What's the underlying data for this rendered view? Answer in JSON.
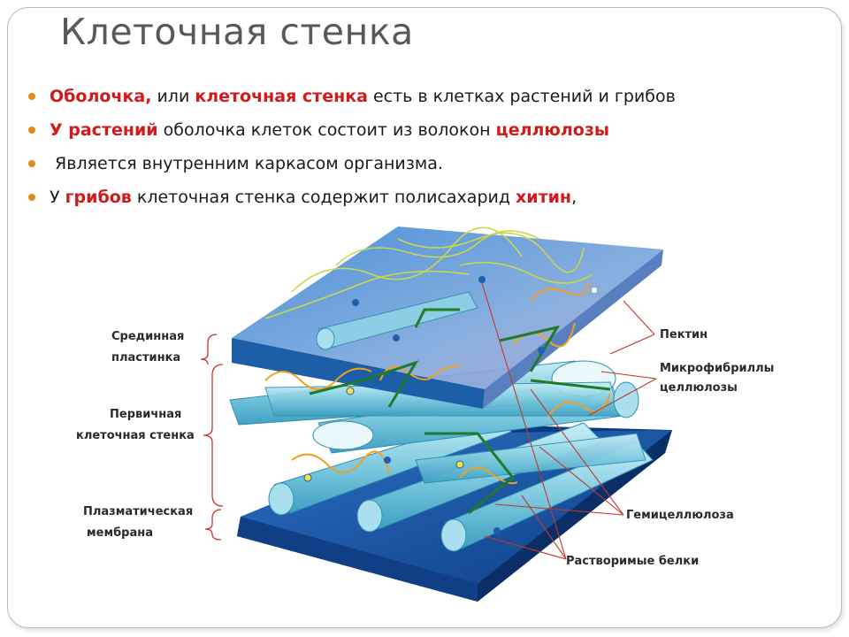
{
  "slide": {
    "title": "Клеточная стенка",
    "bullets": [
      {
        "parts": [
          {
            "text": "Оболочка,",
            "highlight": true
          },
          {
            "text": " или ",
            "highlight": false
          },
          {
            "text": "клеточная стенка",
            "highlight": true
          },
          {
            "text": " есть в клетках растений и грибов",
            "highlight": false
          }
        ]
      },
      {
        "parts": [
          {
            "text": "У растений",
            "highlight": true
          },
          {
            "text": " оболочка клеток состоит из волокон ",
            "highlight": false
          },
          {
            "text": "целлюлозы",
            "highlight": true
          }
        ]
      },
      {
        "parts": [
          {
            "text": " Является внутренним каркасом организма.",
            "highlight": false
          }
        ]
      },
      {
        "parts": [
          {
            "text": "У ",
            "highlight": false
          },
          {
            "text": "грибов",
            "highlight": true
          },
          {
            "text": " клеточная стенка содержит полисахарид ",
            "highlight": false
          },
          {
            "text": "хитин",
            "highlight": true
          },
          {
            "text": ",",
            "highlight": false
          }
        ]
      }
    ]
  },
  "diagram": {
    "left_labels": {
      "middle_lamella": [
        "Срединная",
        "пластинка"
      ],
      "primary_wall": [
        "Первичная",
        "клеточная стенка"
      ],
      "plasma_membrane": [
        "Плазматическая",
        "мембрана"
      ]
    },
    "right_labels": {
      "pectin": "Пектин",
      "microfibrils": [
        "Микрофибриллы",
        "целлюлозы"
      ],
      "hemicellulose": "Гемицеллюлоза",
      "soluble_proteins": "Растворимые белки"
    }
  },
  "colors": {
    "bullet_marker": "#e0891c",
    "highlight": "#d21a1a",
    "title": "#595959",
    "label_lines": "#c0392b",
    "membrane": "#1f5fb0",
    "lamella": "#4c9be0",
    "fibril": "#8fd3e6",
    "hemicellulose": "#2e8b2e",
    "pectin": "#f0a020"
  }
}
